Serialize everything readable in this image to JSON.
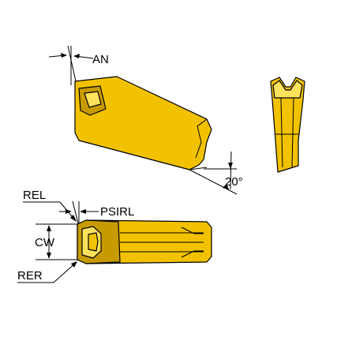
{
  "labels": {
    "an": "AN",
    "angle": "20°",
    "rel": "REL",
    "psirl": "PSIRL",
    "cw": "CW",
    "rer": "RER"
  },
  "colors": {
    "insert": "#F2C200",
    "insert_dark": "#C79A00",
    "insert_light": "#FFE25C",
    "line": "#000000"
  }
}
